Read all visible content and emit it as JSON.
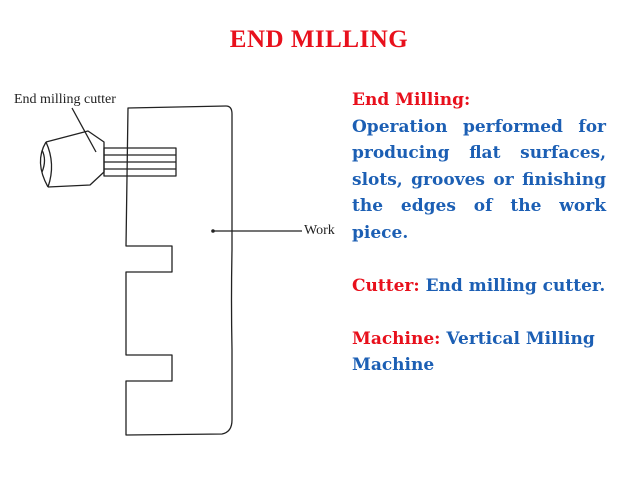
{
  "title": "END MILLING",
  "labels": {
    "cutter": "End milling cutter",
    "work": "Work"
  },
  "description": {
    "heading": "End Milling:",
    "text": "Operation performed for producing flat surfaces, slots, grooves or finishing the edges of the work piece.",
    "cutter_label": "Cutter:",
    "cutter_value": "End milling cutter.",
    "machine_label": "Machine:",
    "machine_value": "Vertical Milling Machine"
  },
  "colors": {
    "title": "#e8101c",
    "heading": "#e8101c",
    "body_text": "#1c5fb4",
    "line": "#222222"
  }
}
